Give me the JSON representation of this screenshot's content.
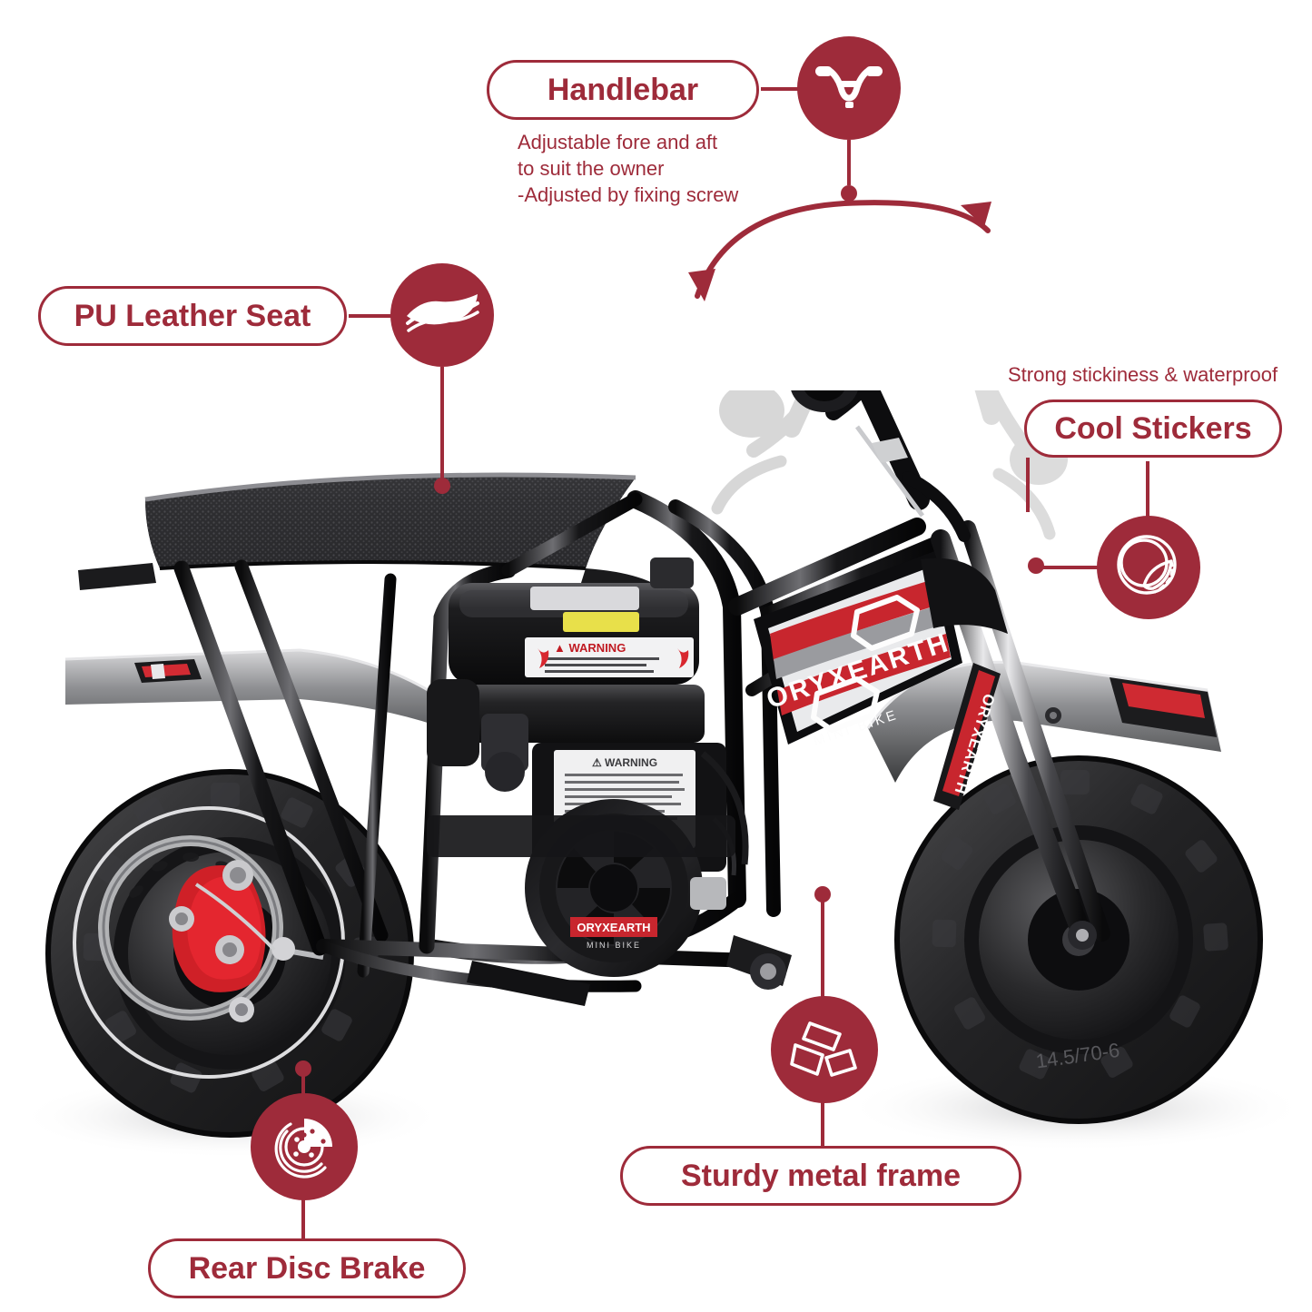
{
  "meta": {
    "brand_accent": "#9e2b3a",
    "background": "#ffffff",
    "product": "Mini Bike"
  },
  "product_decals": {
    "tank_brand": "ORYXEARTH",
    "tank_sub": "MINI BIKE",
    "fork_decal": "ORYXEARTH",
    "engine_warning": "WARNING",
    "tire_size": "14.5/70-6"
  },
  "callouts": [
    {
      "id": "handlebar",
      "label": "Handlebar",
      "description": "Adjustable fore and aft\nto suit the owner\n-Adjusted by fixing screw",
      "icon": "handlebar-icon"
    },
    {
      "id": "pu-leather-seat",
      "label": "PU Leather Seat",
      "description": "",
      "icon": "leather-wave-icon"
    },
    {
      "id": "cool-stickers",
      "label": "Cool Stickers",
      "description": "Strong stickiness & waterproof",
      "icon": "sticker-peel-icon"
    },
    {
      "id": "sturdy-metal-frame",
      "label": "Sturdy metal frame",
      "description": "",
      "icon": "metal-bars-icon"
    },
    {
      "id": "rear-disc-brake",
      "label": "Rear Disc Brake",
      "description": "",
      "icon": "brake-rotor-icon"
    }
  ]
}
